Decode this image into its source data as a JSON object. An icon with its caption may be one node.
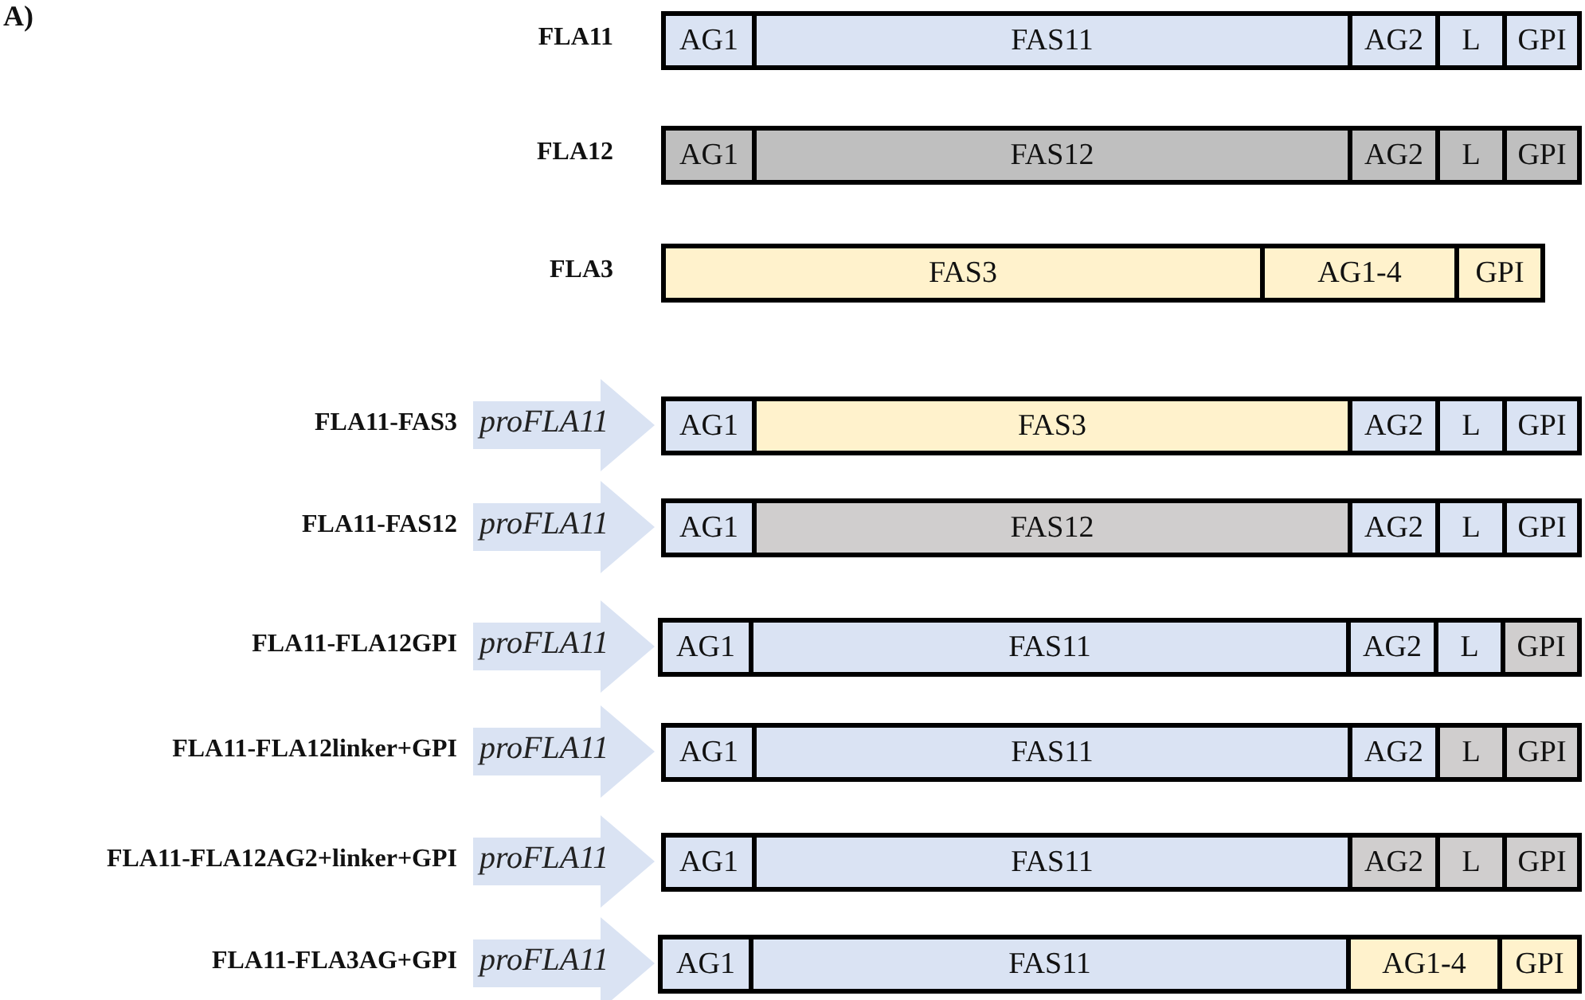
{
  "diagram": {
    "nodes": [
      {
        "text": [
          "AG1"
        ]
      },
      {
        "text": [
          "FAS11"
        ]
      },
      {
        "text": [
          "AG2"
        ]
      },
      {
        "text": [
          "L"
        ]
      },
      {
        "text": [
          "GPI"
        ]
      },
      {
        "text": [
          "AG1"
        ]
      },
      {
        "text": [
          "FAS12"
        ]
      },
      {
        "text": [
          "AG2"
        ]
      },
      {
        "text": [
          "L"
        ]
      },
      {
        "text": [
          "GPI"
        ]
      },
      {
        "text": [
          "FAS3"
        ]
      },
      {
        "text": [
          "AG1-4"
        ]
      },
      {
        "text": [
          "GPI"
        ]
      },
      {
        "text": [
          "proFLA11"
        ]
      },
      {
        "text": [
          "AG1"
        ]
      },
      {
        "text": [
          "FAS3"
        ]
      },
      {
        "text": [
          "AG2"
        ]
      },
      {
        "text": [
          "L"
        ]
      },
      {
        "text": [
          "GPI"
        ]
      },
      {
        "text": [
          "proFLA11"
        ]
      },
      {
        "text": [
          "AG1"
        ]
      },
      {
        "text": [
          "FAS12"
        ]
      },
      {
        "text": [
          "AG2"
        ]
      },
      {
        "text": [
          "L"
        ]
      },
      {
        "text": [
          "GPI"
        ]
      },
      {
        "text": [
          "proFLA11"
        ]
      },
      {
        "text": [
          "AG1"
        ]
      },
      {
        "text": [
          "FAS11"
        ]
      },
      {
        "text": [
          "AG2"
        ]
      },
      {
        "text": [
          "L"
        ]
      },
      {
        "text": [
          "GPI"
        ]
      },
      {
        "text": [
          "proFLA11"
        ]
      },
      {
        "text": [
          "AG1"
        ]
      },
      {
        "text": [
          "FAS11"
        ]
      },
      {
        "text": [
          "AG2"
        ]
      },
      {
        "text": [
          "L"
        ]
      },
      {
        "text": [
          "GPI"
        ]
      },
      {
        "text": [
          "proFLA11"
        ]
      },
      {
        "text": [
          "AG1"
        ]
      },
      {
        "text": [
          "FAS11"
        ]
      },
      {
        "text": [
          "AG2"
        ]
      },
      {
        "text": [
          "L"
        ]
      },
      {
        "text": [
          "GPI"
        ]
      },
      {
        "text": [
          "proFLA11"
        ]
      },
      {
        "text": [
          "AG1"
        ]
      },
      {
        "text": [
          "FAS11"
        ]
      },
      {
        "text": [
          "AG1-4"
        ]
      },
      {
        "text": [
          "GPI"
        ]
      }
    ],
    "labels": [
      "A)",
      "FLA11",
      "FLA12",
      "FLA3",
      "FLA11-FAS3",
      "FLA11-FAS12",
      "FLA11-FLA12GPI",
      "FLA11-FLA12linker+GPI",
      "FLA11-FLA12AG2+linker+GPI",
      "FLA11-FLA3AG+GPI"
    ]
  }
}
